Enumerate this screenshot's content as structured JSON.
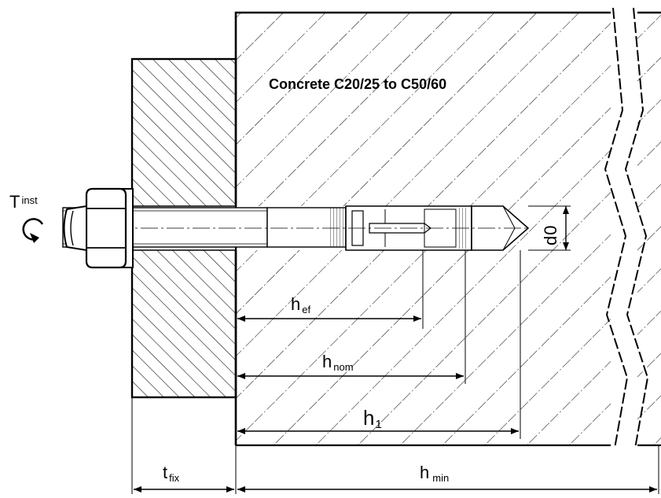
{
  "labels": {
    "concrete": "Concrete C20/25 to C50/60",
    "torque_main": "T",
    "torque_sub": "inst",
    "d0_main": "d",
    "d0_sub": "0",
    "hef_main": "h",
    "hef_sub": "ef",
    "hnom_main": "h",
    "hnom_sub": "nom",
    "h1_main": "h",
    "h1_sub": "1",
    "tfix_main": "t",
    "tfix_sub": "fix",
    "hmin_main": "h",
    "hmin_sub": "min"
  }
}
